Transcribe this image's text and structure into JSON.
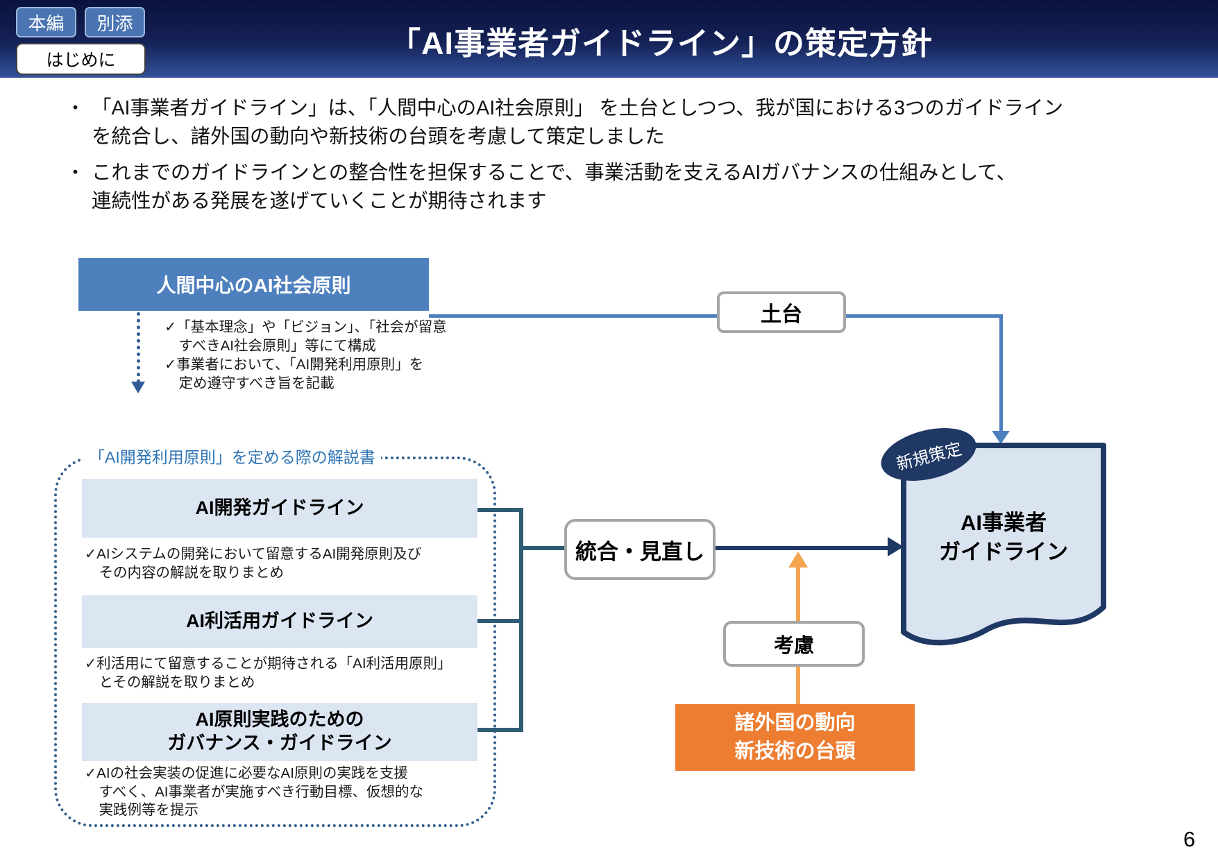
{
  "header": {
    "tabs": [
      {
        "label": "本編"
      },
      {
        "label": "別添"
      }
    ],
    "subtab": "はじめに",
    "title": "「AI事業者ガイドライン」の策定方針"
  },
  "bullets": [
    {
      "marker": "・",
      "text": "「AI事業者ガイドライン」は、「人間中心のAI社会原則」 を土台としつつ、我が国における3つのガイドライン\nを統合し、諸外国の動向や新技術の台頭を考慮して策定しました"
    },
    {
      "marker": "・",
      "text": "これまでのガイドラインとの整合性を担保することで、事業活動を支えるAIガバナンスの仕組みとして、\n連続性がある発展を遂げていくことが期待されます"
    }
  ],
  "diagram": {
    "principles_box": "人間中心のAI社会原則",
    "principles_notes": "✓「基本理念」や「ビジョン」、「社会が留意\n　すべきAI社会原則」等にて構成\n✓事業者において、「AI開発利用原則」を\n　定め遵守すべき旨を記載",
    "container_label": "「AI開発利用原則」を定める際の解説書",
    "guidelines": [
      {
        "title": "AI開発ガイドライン",
        "note": "✓AIシステムの開発において留意するAI開発原則及び\n　その内容の解説を取りまとめ"
      },
      {
        "title": "AI利活用ガイドライン",
        "note": "✓利活用にて留意することが期待される「AI利活用原則」\n　とその解説を取りまとめ"
      },
      {
        "title": "AI原則実践のための\nガバナンス・ガイドライン",
        "note": "✓AIの社会実装の促進に必要なAI原則の実践を支援\n　すべく、AI事業者が実施すべき行動目標、仮想的な\n　実践例等を提示"
      }
    ],
    "connector_labels": {
      "base": "土台",
      "integrate": "統合・見直し",
      "consider": "考慮"
    },
    "orange_box": "諸外国の動向\n新技術の台頭",
    "new_badge": "新規策定",
    "result_doc": "AI事業者\nガイドライン"
  },
  "page_number": "6",
  "colors": {
    "header_top": "#0a123c",
    "header_bottom": "#33529b",
    "tab_blue": "#4a74b2",
    "steel_blue": "#4e80bd",
    "light_blue_fill": "#dce6f2",
    "doc_fill": "#dae3f0",
    "navy": "#1f3864",
    "teal_bracket": "#2e5d73",
    "dotted_border": "#33608c",
    "label_blue": "#2e74b5",
    "orange": "#ed7d31",
    "orange_arrow": "#f4a34f",
    "pill_border_gray": "#a6a6a6"
  }
}
